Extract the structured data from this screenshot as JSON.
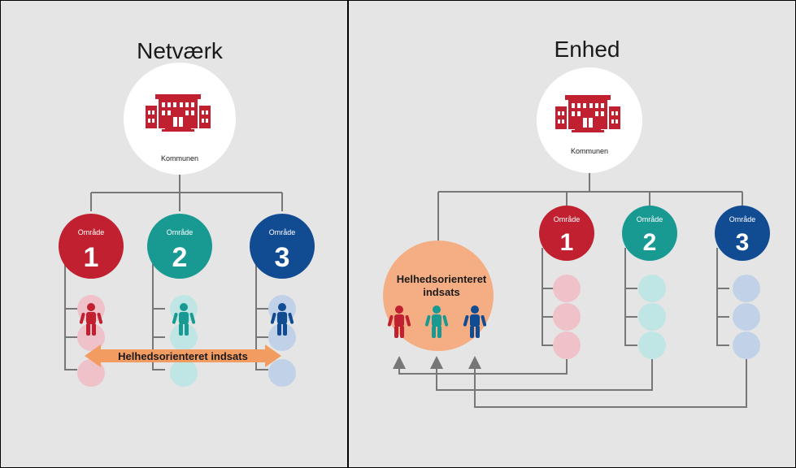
{
  "left_panel": {
    "title": "Netværk",
    "hub_label": "Kommunen",
    "areas": [
      {
        "label": "Område",
        "number": "1"
      },
      {
        "label": "Område",
        "number": "2"
      },
      {
        "label": "Område",
        "number": "3"
      }
    ],
    "arrow_label": "Helhedsorienteret indsats"
  },
  "right_panel": {
    "title": "Enhed",
    "hub_label": "Kommunen",
    "areas": [
      {
        "label": "Område",
        "number": "1"
      },
      {
        "label": "Område",
        "number": "2"
      },
      {
        "label": "Område",
        "number": "3"
      }
    ],
    "team_label_line1": "Helhedsorienteret",
    "team_label_line2": "indsats"
  },
  "colors": {
    "background": "#e5e5e5",
    "area1": "#c0202f",
    "area2": "#189a93",
    "area3": "#114c93",
    "area1_light": "#efc1c8",
    "area2_light": "#bfe6e4",
    "area3_light": "#c1d2e8",
    "team_circle": "#f5ae84",
    "arrow": "#f29c62",
    "building": "#c0202f",
    "line": "#777777"
  }
}
